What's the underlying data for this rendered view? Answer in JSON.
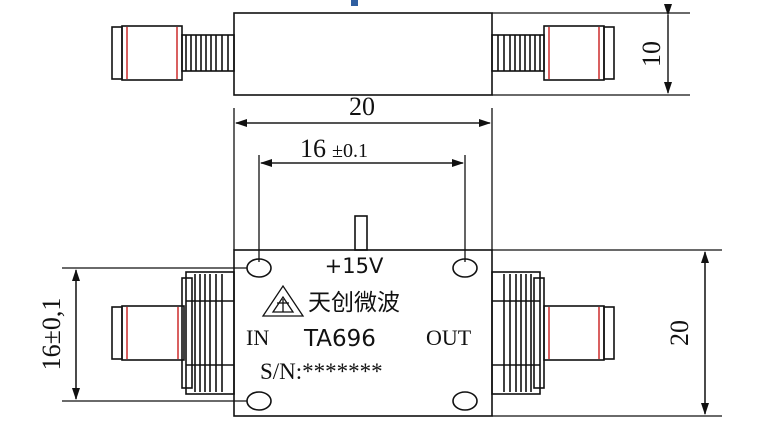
{
  "dimensions": {
    "top_width": "20",
    "hole_spacing_main": "16",
    "hole_spacing_tol": "±0.1",
    "height_top_view": "10",
    "height_front": "20",
    "hole_spacing_vertical": "16±0,1"
  },
  "module": {
    "voltage": "+15V",
    "brand": "天创微波",
    "in_label": "IN",
    "model": "TA696",
    "out_label": "OUT",
    "serial": "S/N:*******"
  },
  "colors": {
    "line": "#111111",
    "connector_accent": "#cc2b2b",
    "top_bar": "#2f5fa0"
  }
}
